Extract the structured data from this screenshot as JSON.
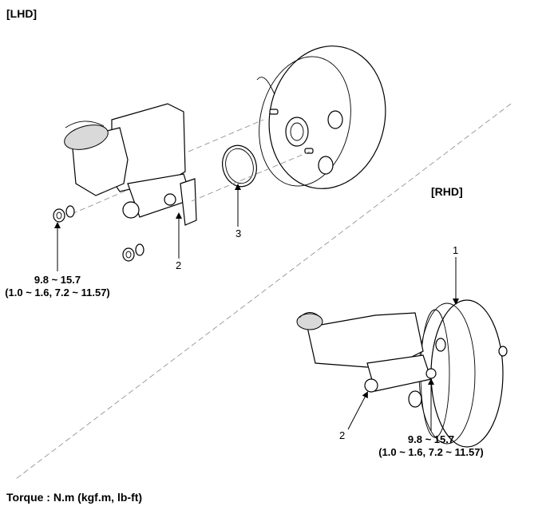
{
  "labels": {
    "lhd": "[LHD]",
    "rhd": "[RHD]",
    "callout_1": "1",
    "callout_2_lhd": "2",
    "callout_2_rhd": "2",
    "callout_3": "3",
    "torque_lhd_value": "9.8 ~ 15.7",
    "torque_lhd_units": "(1.0 ~ 1.6, 7.2 ~ 11.57)",
    "torque_rhd_value": "9.8 ~ 15.7",
    "torque_rhd_units": "(1.0 ~ 1.6, 7.2 ~ 11.57)",
    "torque_legend": "Torque : N.m (kgf.m, lb-ft)"
  }
}
